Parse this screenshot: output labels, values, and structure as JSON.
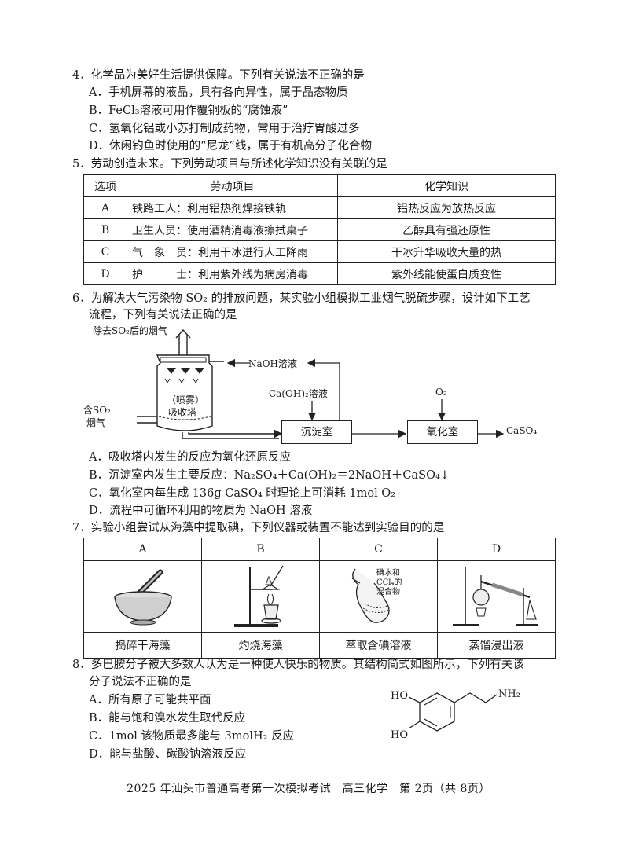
{
  "q4": {
    "stem": "4．化学品为美好生活提供保障。下列有关说法不正确的是",
    "opts": [
      "A．手机屏幕的液晶，具有各向异性，属于晶态物质",
      "B．FeCl₃溶液可用作覆铜板的“腐蚀液”",
      "C．氢氧化铝或小苏打制成药物，常用于治疗胃酸过多",
      "D．休闲钓鱼时使用的“尼龙”线，属于有机高分子化合物"
    ]
  },
  "q5": {
    "stem": "5．劳动创造未来。下列劳动项目与所述化学知识没有关联的是",
    "headers": [
      "选项",
      "劳动项目",
      "化学知识"
    ],
    "rows": [
      [
        "A",
        "铁路工人：利用铝热剂焊接铁轨",
        "铝热反应为放热反应"
      ],
      [
        "B",
        "卫生人员：使用酒精消毒液擦拭桌子",
        "乙醇具有强还原性"
      ],
      [
        "C",
        "气　象　员：利用干冰进行人工降雨",
        "干冰升华吸收大量的热"
      ],
      [
        "D",
        "护　　　士：利用紫外线为病房消毒",
        "紫外线能使蛋白质变性"
      ]
    ]
  },
  "q6": {
    "stem1": "6．为解决大气污染物 SO₂ 的排放问题，某实验小组模拟工业烟气脱硫步骤，设计如下工艺",
    "stem2": "流程，下列有关说法正确的是",
    "diagram": {
      "top_label": "除去SO₂后的烟气",
      "naoh": "NaOH溶液",
      "caoh": "Ca(OH)₂溶液",
      "o2": "O₂",
      "tower1": "（喷雾）",
      "tower2": "吸收塔",
      "inlet1": "含SO₂",
      "inlet2": "烟气",
      "box1": "沉淀室",
      "box2": "氧化室",
      "product": "CaSO₄"
    },
    "opts": [
      "A．吸收塔内发生的反应为氧化还原反应",
      "B．沉淀室内发生主要反应：Na₂SO₄＋Ca(OH)₂＝2NaOH＋CaSO₄↓",
      "C．氧化室内每生成 136g CaSO₄ 时理论上可消耗 1mol O₂",
      "D．流程中可循环利用的物质为 NaOH 溶液"
    ]
  },
  "q7": {
    "stem": "7．实验小组尝试从海藻中提取碘，下列仪器或装置不能达到实验目的的是",
    "headers": [
      "A",
      "B",
      "C",
      "D"
    ],
    "captions": [
      "捣碎干海藻",
      "灼烧海藻",
      "萃取含碘溶液",
      "蒸馏浸出液"
    ],
    "c_label_1": "碘水和",
    "c_label_2": "CCl₄的",
    "c_label_3": "混合物"
  },
  "q8": {
    "stem1": "8．多巴胺分子被大多数人认为是一种使人快乐的物质。其结构简式如图所示，下列有关该",
    "stem2": "分子说法不正确的是",
    "opts": [
      "A．所有原子可能共平面",
      "B．能与饱和溴水发生取代反应",
      "C．1mol 该物质最多能与 3molH₂ 反应",
      "D．能与盐酸、碳酸钠溶液反应"
    ],
    "ho1": "HO",
    "ho2": "HO",
    "nh2": "NH₂"
  },
  "footer": "2025 年汕头市普通高考第一次模拟考试　高三化学　第 2页（共 8页）"
}
